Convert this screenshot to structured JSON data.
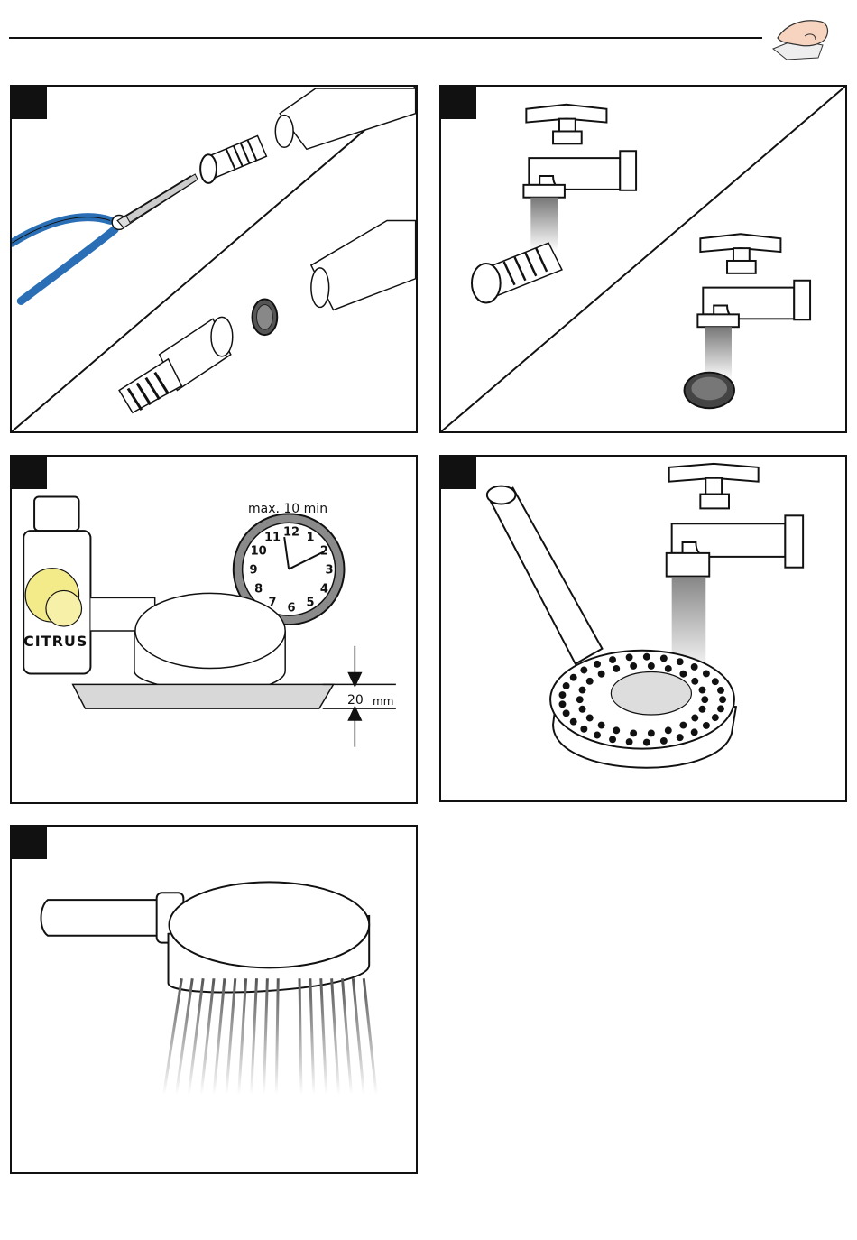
{
  "steps": [
    {
      "id": "step-1"
    },
    {
      "id": "step-2"
    },
    {
      "id": "step-3",
      "time_label": "max. 10 min",
      "product_label": "CITRUS",
      "depth_value": "20",
      "depth_unit": "mm",
      "clock_numbers": [
        "12",
        "1",
        "2",
        "3",
        "4",
        "5",
        "6",
        "7",
        "8",
        "9",
        "10",
        "11"
      ]
    },
    {
      "id": "step-4"
    },
    {
      "id": "step-5"
    }
  ],
  "colors": {
    "line": "#111111",
    "plier_handle": "#2a6fb5",
    "lemon": "#f3ea8a",
    "clock_ring": "#8a8a8a",
    "panel_bg": "#ffffff"
  },
  "icons": [
    "hand-cleaning-icon",
    "pliers-icon",
    "faucet-icon",
    "clock-icon",
    "citrus-bottle-icon",
    "shower-head-icon"
  ]
}
